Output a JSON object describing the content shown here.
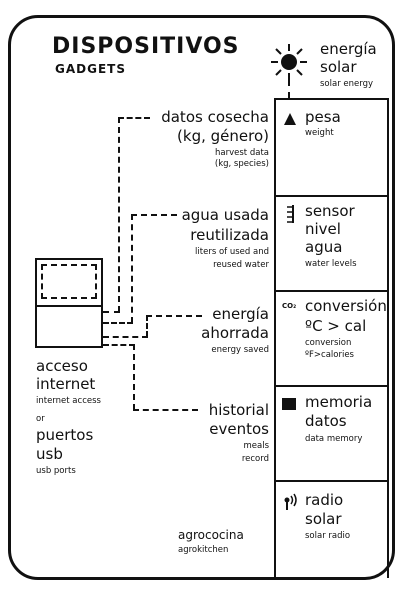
{
  "title": "DISPOSITIVOS",
  "subtitle": "GADGETS",
  "solar": {
    "label": [
      "energía",
      "solar"
    ],
    "en": "solar energy"
  },
  "left_inputs": [
    {
      "es": [
        "datos cosecha",
        "(kg, género)"
      ],
      "en": [
        "harvest data",
        "(kg, species)"
      ]
    },
    {
      "es": [
        "agua usada",
        "reutilizada"
      ],
      "en": [
        "liters of used and",
        "reused water"
      ]
    },
    {
      "es": [
        "energía",
        "ahorrada"
      ],
      "en": [
        "energy saved"
      ]
    },
    {
      "es": [
        "historial",
        "eventos"
      ],
      "en": [
        "meals",
        "record"
      ]
    }
  ],
  "access": {
    "es1": [
      "acceso",
      "internet"
    ],
    "en1": "internet access",
    "or": "or",
    "es2": [
      "puertos",
      "usb"
    ],
    "en2": "usb ports"
  },
  "cells": [
    {
      "icon": "weight-triangle-icon",
      "es": [
        "pesa"
      ],
      "en": [
        "weight"
      ]
    },
    {
      "icon": "water-level-gauge-icon",
      "es": [
        "sensor",
        "nivel",
        "agua"
      ],
      "en": [
        "water levels"
      ]
    },
    {
      "icon": "co2-icon",
      "icon_text": "CO₂",
      "es": [
        "conversión",
        "ºC > cal"
      ],
      "en": [
        "conversion",
        "ºF>calories"
      ]
    },
    {
      "icon": "memory-block-icon",
      "es": [
        "memoria",
        "datos"
      ],
      "en": [
        "data memory"
      ]
    },
    {
      "icon": "radio-antenna-icon",
      "es": [
        "radio",
        "solar"
      ],
      "en": [
        "solar radio"
      ]
    }
  ],
  "agro": {
    "es": "agrococina",
    "en": "agrokitchen"
  }
}
